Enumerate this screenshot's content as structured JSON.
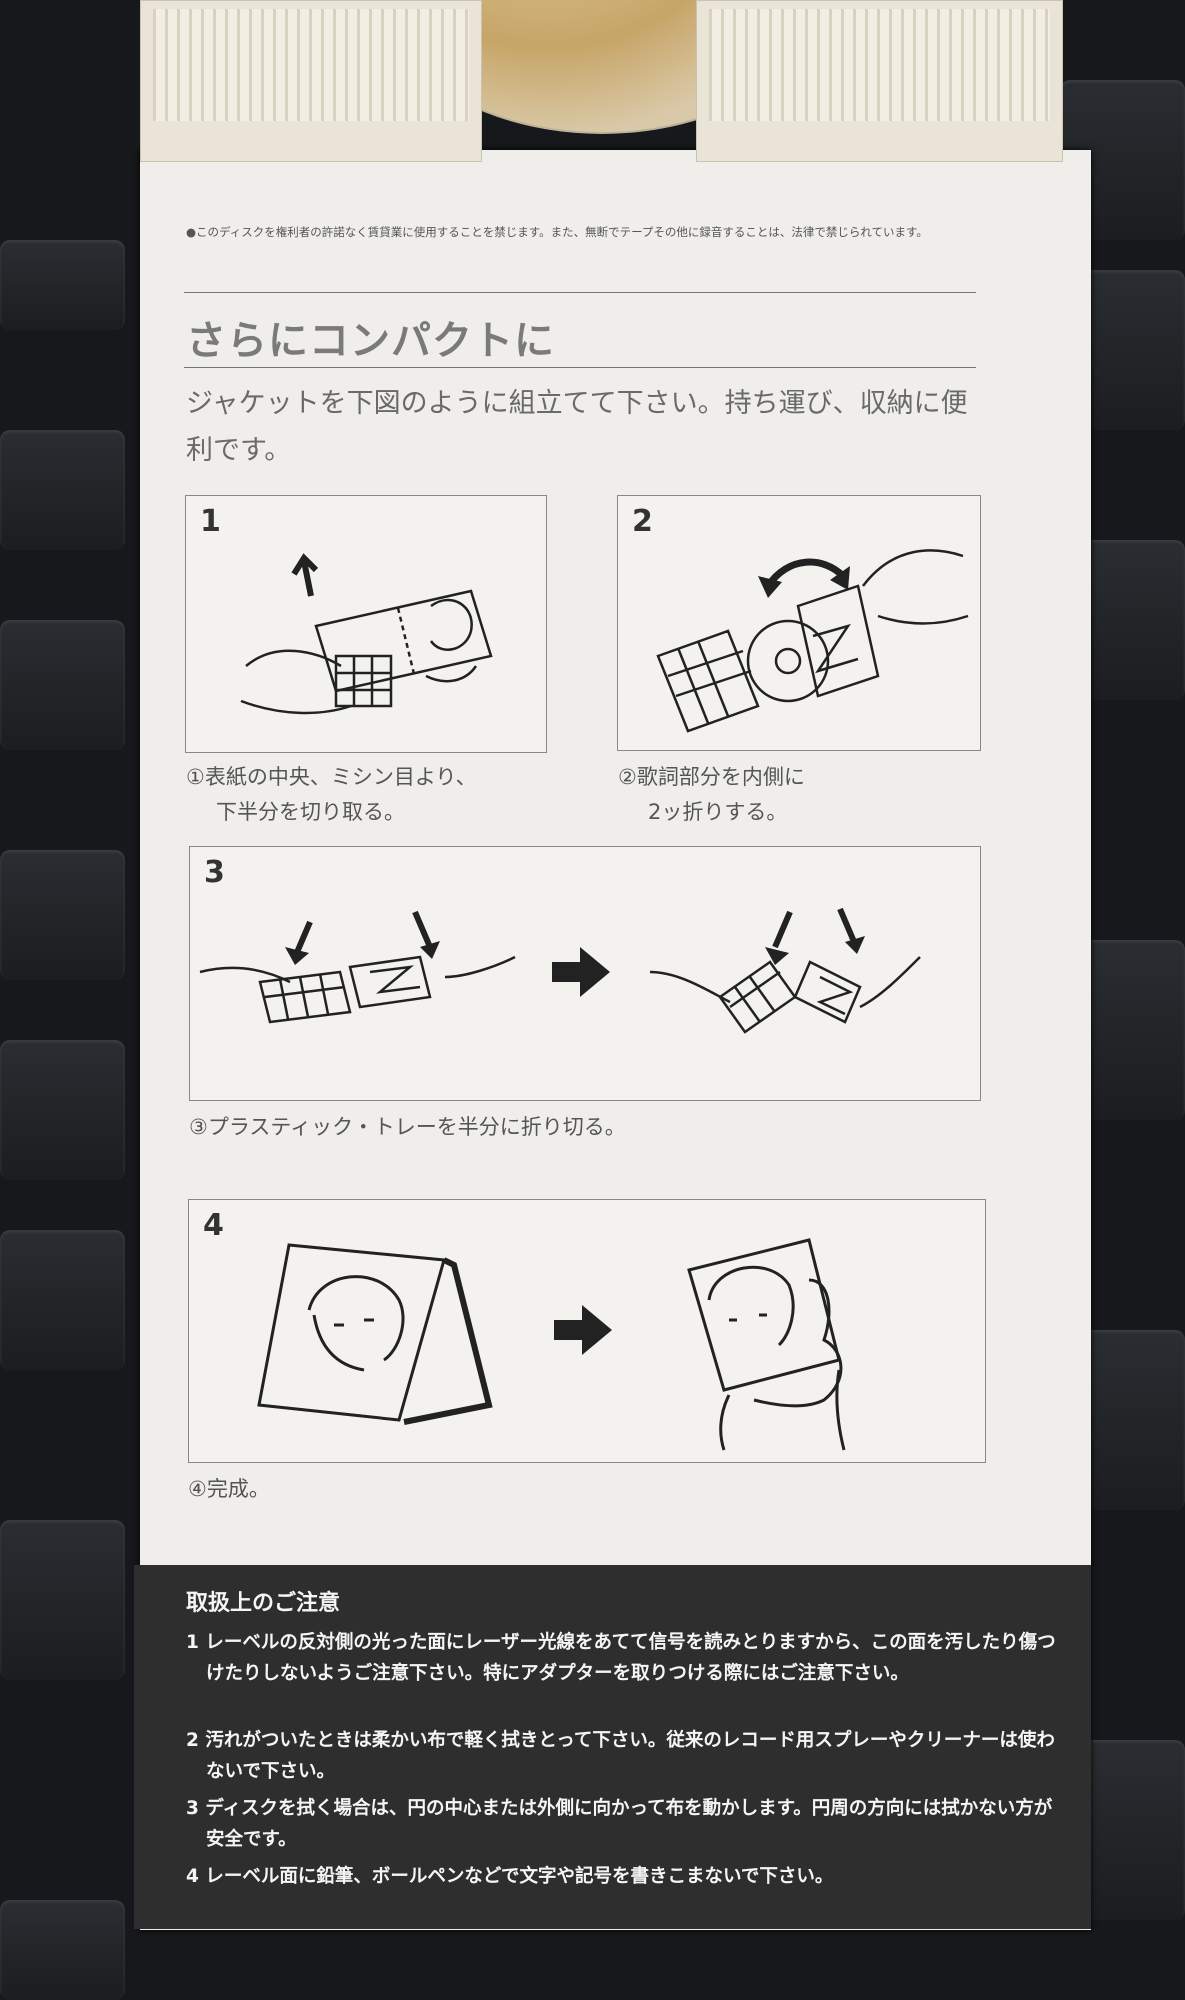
{
  "notice": "●このディスクを権利者の許諾なく賃貸業に使用することを禁じます。また、無断でテープその他に録音することは、法律で禁じられています。",
  "title": "さらにコンパクトに",
  "intro": "ジャケットを下図のように組立てて下さい。持ち運び、収納に便利です。",
  "steps": [
    {
      "number": "1",
      "caption_line1": "①表紙の中央、ミシン目より、",
      "caption_line2": "下半分を切り取る。"
    },
    {
      "number": "2",
      "caption_line1": "②歌詞部分を内側に",
      "caption_line2": "2ッ折りする。"
    },
    {
      "number": "3",
      "caption_line1": "③プラスティック・トレーを半分に折り切る。"
    },
    {
      "number": "4",
      "caption_line1": "④完成。"
    }
  ],
  "warnings": {
    "title": "取扱上のご注意",
    "items": [
      "1 レーベルの反対側の光った面にレーザー光線をあてて信号を読みとりますから、この面を汚したり傷つけたりしないようご注意下さい。特にアダプターを取りつける際にはご注意下さい。",
      "2 汚れがついたときは柔かい布で軽く拭きとって下さい。従来のレコード用スプレーやクリーナーは使わないで下さい。",
      "3 ディスクを拭く場合は、円の中心または外側に向かって布を動かします。円周の方向には拭かない方が安全です。",
      "4 レーベル面に鉛筆、ボールペンなどで文字や記号を書きこまないで下さい。"
    ]
  }
}
